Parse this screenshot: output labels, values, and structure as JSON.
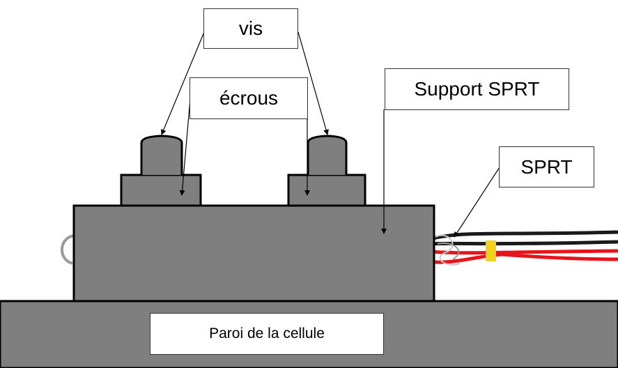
{
  "labels": {
    "vis": "vis",
    "ecrous": "écrous",
    "support": "Support SPRT",
    "sprt": "SPRT",
    "paroi": "Paroi de la cellule"
  },
  "colors": {
    "body_gray": "#7f7f7f",
    "outline": "#000000",
    "wire_black": "#1a1a1a",
    "wire_red": "#e8141b",
    "sleeve_yellow": "#f2d21a",
    "background": "#ffffff"
  }
}
